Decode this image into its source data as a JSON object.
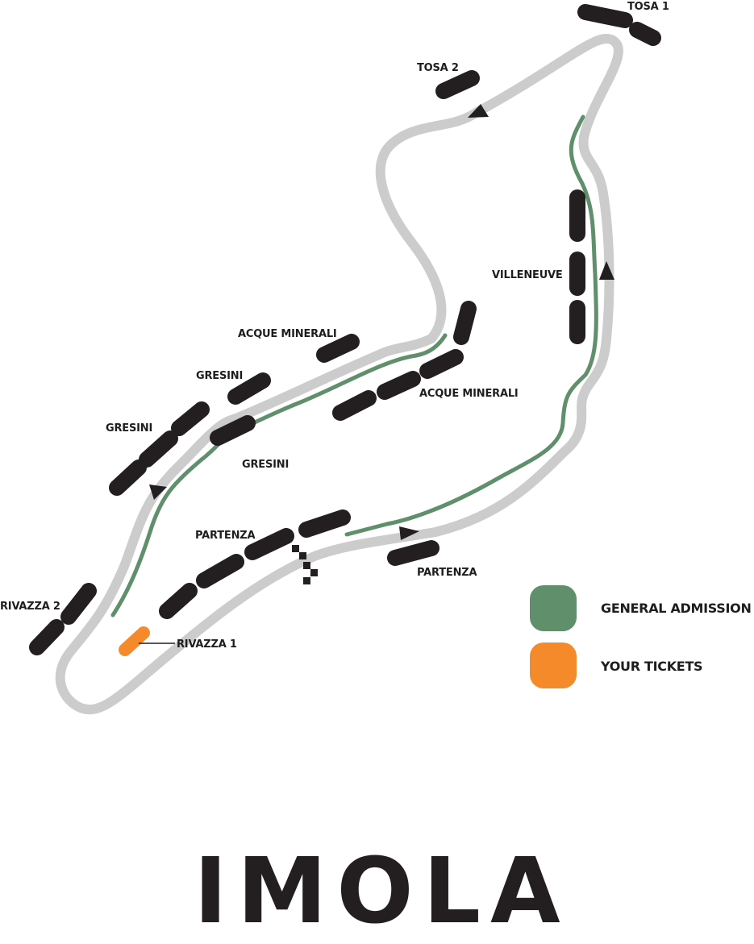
{
  "title": "IMOLA",
  "colors": {
    "track": "#cccccc",
    "stand": "#231f20",
    "general_admission": "#5f8f6b",
    "your_tickets": "#f58a2b",
    "text": "#1f1d1e"
  },
  "labels": {
    "tosa1": "TOSA 1",
    "tosa2": "TOSA 2",
    "villeneuve": "VILLENEUVE",
    "acque_minerali_outer": "ACQUE MINERALI",
    "acque_minerali_inner": "ACQUE MINERALI",
    "gresini_top": "GRESINI",
    "gresini_left": "GRESINI",
    "gresini_inner": "GRESINI",
    "partenza_top": "PARTENZA",
    "partenza_bottom": "PARTENZA",
    "rivazza2": "RIVAZZA 2",
    "rivazza1": "RIVAZZA 1"
  },
  "legend": [
    {
      "label": "GENERAL ADMISSION",
      "color": "#5f8f6b"
    },
    {
      "label": "YOUR TICKETS",
      "color": "#f58a2b"
    }
  ]
}
